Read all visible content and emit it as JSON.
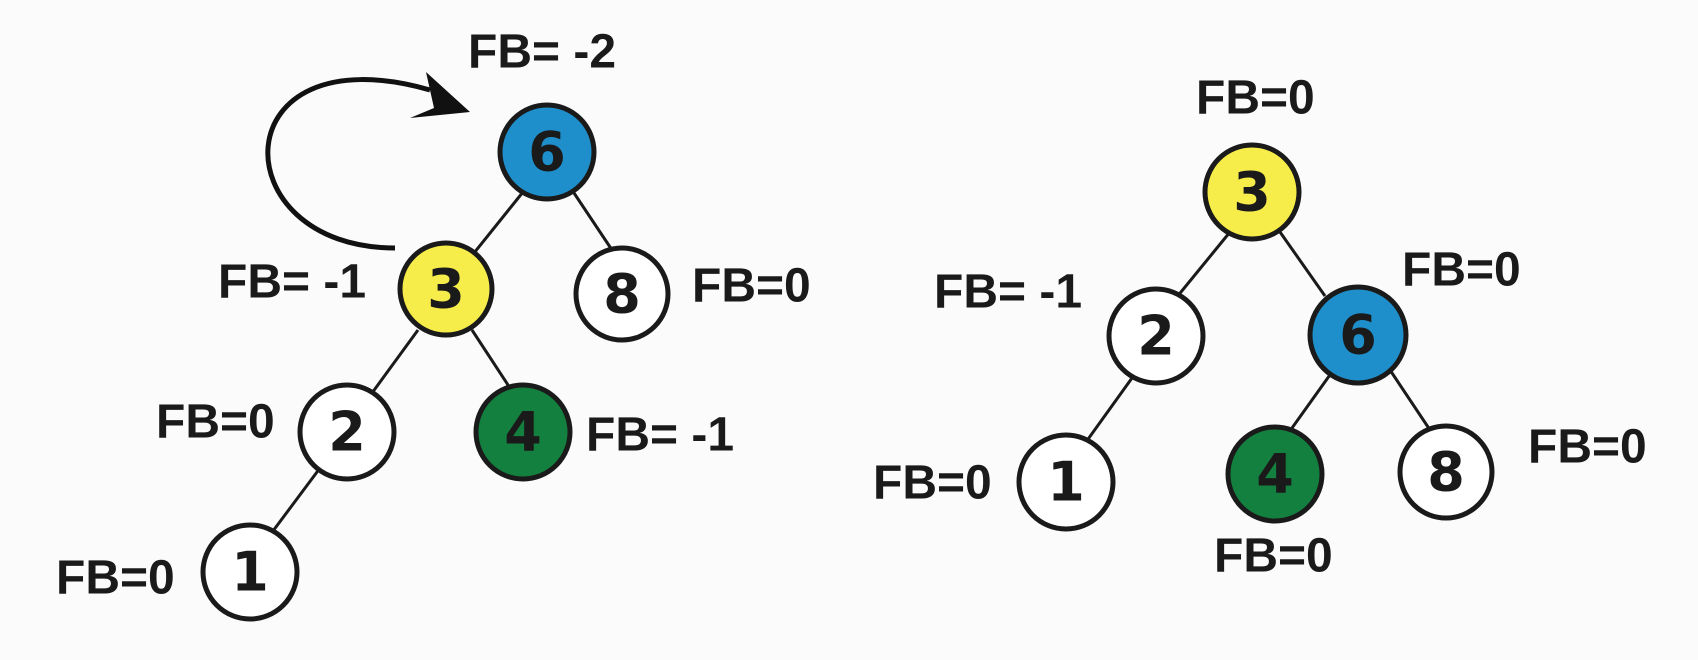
{
  "colors": {
    "blue": "#1e8fcb",
    "yellow": "#f6ec4a",
    "green": "#14803f",
    "white": "#ffffff"
  },
  "trees": [
    {
      "nodes": [
        {
          "value": "6",
          "color": "#1e8fcb",
          "fb": "FB= -2"
        },
        {
          "value": "3",
          "color": "#f6ec4a",
          "fb": "FB= -1"
        },
        {
          "value": "8",
          "color": "#ffffff",
          "fb": "FB=0"
        },
        {
          "value": "2",
          "color": "#ffffff",
          "fb": "FB=0"
        },
        {
          "value": "4",
          "color": "#14803f",
          "fb": "FB= -1"
        },
        {
          "value": "1",
          "color": "#ffffff",
          "fb": "FB=0"
        }
      ],
      "edges": [
        [
          "6",
          "3"
        ],
        [
          "6",
          "8"
        ],
        [
          "3",
          "2"
        ],
        [
          "3",
          "4"
        ],
        [
          "2",
          "1"
        ]
      ],
      "rotation_arrow": "from-3-to-6"
    },
    {
      "nodes": [
        {
          "value": "3",
          "color": "#f6ec4a",
          "fb": "FB=0"
        },
        {
          "value": "2",
          "color": "#ffffff",
          "fb": "FB= -1"
        },
        {
          "value": "6",
          "color": "#1e8fcb",
          "fb": "FB=0"
        },
        {
          "value": "1",
          "color": "#ffffff",
          "fb": "FB=0"
        },
        {
          "value": "4",
          "color": "#14803f",
          "fb": "FB=0"
        },
        {
          "value": "8",
          "color": "#ffffff",
          "fb": "FB=0"
        }
      ],
      "edges": [
        [
          "3",
          "2"
        ],
        [
          "3",
          "6"
        ],
        [
          "2",
          "1"
        ],
        [
          "6",
          "4"
        ],
        [
          "6",
          "8"
        ]
      ]
    }
  ]
}
